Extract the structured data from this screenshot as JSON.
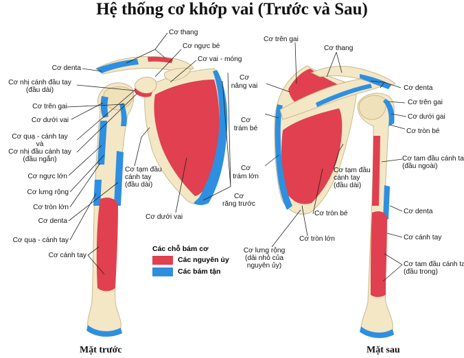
{
  "title": "Hệ thống cơ khớp vai (Trước và Sau)",
  "colors": {
    "origin": "#e0404f",
    "insertion": "#2e8fe0",
    "bone": "#f3e7c6",
    "bone_edge": "#c9b98c"
  },
  "captions": {
    "front": "Mặt trước",
    "back": "Mặt sau"
  },
  "legend": {
    "title": "Các chỗ bám cơ",
    "items": [
      {
        "label": "Các nguyên ủy",
        "color": "#e0404f"
      },
      {
        "label": "Các bám tận",
        "color": "#2e8fe0"
      }
    ]
  },
  "labels": {
    "co_thang_front": "Cơ thang",
    "co_nguc_be": "Cơ ngực bé",
    "co_vai_mong": "Cơ vai - móng",
    "co_denta_front_top": "Cơ denta",
    "co_nhi_dai_1": "Cơ nhị cánh đầu tay",
    "co_nhi_dai_2": "(đầu dài)",
    "co_tren_gai_front": "Cơ trên gai",
    "co_duoi_vai_left": "Cơ dưới vai",
    "co_qua_1": "Cơ quạ - cánh tay",
    "co_qua_2": "và",
    "co_nhi_ngan_1": "Cơ nhị đầu cánh tay",
    "co_nhi_ngan_2": "(đầu ngắn)",
    "co_nguc_lon": "Cơ ngực lớn",
    "co_lung_rong_front": "Cơ lưng rộng",
    "co_tron_lon_front": "Cơ tròn lớn",
    "co_denta_front_mid": "Cơ denta",
    "co_qua_canh_tay": "Cơ quạ - cánh tay",
    "co_canh_tay_front": "Cơ cánh tay",
    "co_tam_dau_dai_front_1": "Cơ tạm đầu",
    "co_tam_dau_dai_front_2": "cánh tay",
    "co_tam_dau_dai_front_3": "(đầu dài)",
    "co_duoi_vai_center": "Cơ dưới vai",
    "co_rang_truoc_1": "Cơ",
    "co_rang_truoc_2": "răng trước",
    "co_tren_gai_back_top": "Cơ trên gai",
    "co_thang_back": "Cơ thang",
    "co_nang_vai_1": "Cơ",
    "co_nang_vai_2": "nâng vai",
    "co_tram_be_1": "Cơ",
    "co_tram_be_2": "trám bé",
    "co_tram_lon_1": "Cơ",
    "co_tram_lon_2": "trám lớn",
    "co_denta_back_top": "Cơ denta",
    "co_tren_gai_back_right": "Cơ trên gai",
    "co_duoi_gai": "Cơ dưới gai",
    "co_tron_be_right": "Cơ tròn bé",
    "co_tam_ngoai_1": "Cơ tam đầu cánh tay",
    "co_tam_ngoai_2": "(đầu ngoài)",
    "co_tam_dai_back_1": "Cơ tạm đầu",
    "co_tam_dai_back_2": "cánh tay",
    "co_tam_dai_back_3": "(đầu dài)",
    "co_tron_be_center": "Cơ tròn bé",
    "co_denta_back_mid": "Cơ denta",
    "co_canh_tay_back": "Cơ cánh tay",
    "co_tron_lon_back": "Cơ tròn lớn",
    "co_lung_rong_back_1": "Cơ lưng rộng",
    "co_lung_rong_back_2": "(dải nhỏ của",
    "co_lung_rong_back_3": "nguyên ủy)",
    "co_tam_trong_1": "Cơ tam đầu cánh tay",
    "co_tam_trong_2": "(đầu trong)"
  }
}
